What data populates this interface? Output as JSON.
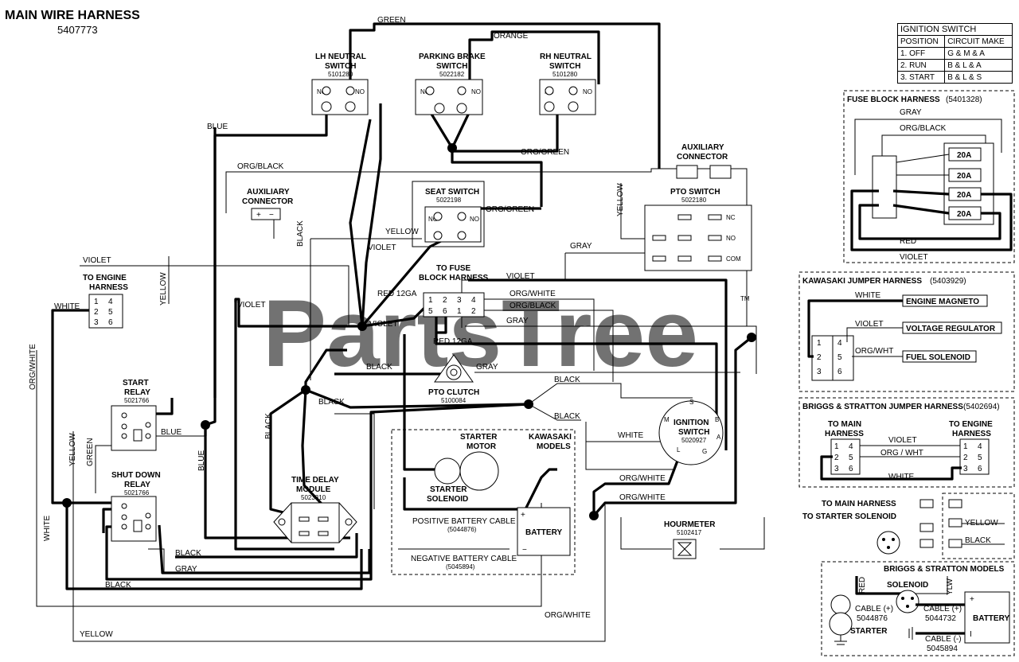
{
  "title": "MAIN WIRE HARNESS",
  "part_number": "5407773",
  "watermark": "PartsTree",
  "watermark_tm": "TM",
  "ignition_table": {
    "title": "IGNITION SWITCH",
    "headers": [
      "POSITION",
      "CIRCUIT MAKE"
    ],
    "rows": [
      [
        "1. OFF",
        "G & M & A"
      ],
      [
        "2. RUN",
        "B & L & A"
      ],
      [
        "3. START",
        "B & L & S"
      ]
    ]
  },
  "components": {
    "lh_neutral": {
      "name1": "LH NEUTRAL",
      "name2": "SWITCH",
      "part": "5101280"
    },
    "parking_brake": {
      "name1": "PARKING BRAKE",
      "name2": "SWITCH",
      "part": "5022182"
    },
    "rh_neutral": {
      "name1": "RH NEUTRAL",
      "name2": "SWITCH",
      "part": "5101280"
    },
    "aux_top": {
      "name1": "AUXILIARY",
      "name2": "CONNECTOR"
    },
    "aux_left": {
      "name1": "AUXILIARY",
      "name2": "CONNECTOR"
    },
    "seat_switch": {
      "name": "SEAT SWITCH",
      "part": "5022198"
    },
    "pto_switch": {
      "name": "PTO SWITCH",
      "part": "5022180",
      "nc": "NC",
      "no": "NO",
      "com": "COM"
    },
    "to_engine": {
      "name1": "TO ENGINE",
      "name2": "HARNESS"
    },
    "to_fuse": {
      "name1": "TO FUSE",
      "name2": "BLOCK HARNESS"
    },
    "start_relay": {
      "name1": "START",
      "name2": "RELAY",
      "part": "5021766"
    },
    "shutdown_relay": {
      "name1": "SHUT DOWN",
      "name2": "RELAY",
      "part": "5021766"
    },
    "pto_clutch": {
      "name": "PTO CLUTCH",
      "part": "5100084"
    },
    "time_delay": {
      "name1": "TIME DELAY",
      "name2": "MODULE",
      "part": "5023310"
    },
    "starter_motor": {
      "name1": "STARTER",
      "name2": "MOTOR"
    },
    "starter_solenoid": {
      "name1": "STARTER",
      "name2": "SOLENOID"
    },
    "kawasaki_models": {
      "name1": "KAWASAKI",
      "name2": "MODELS"
    },
    "ignition_switch": {
      "name1": "IGNITION",
      "name2": "SWITCH",
      "part": "5020927"
    },
    "battery": {
      "name": "BATTERY",
      "plus": "+",
      "minus": "−"
    },
    "pos_cable": {
      "name": "POSITIVE BATTERY CABLE",
      "part": "(5044876)"
    },
    "neg_cable": {
      "name": "NEGATIVE BATTERY CABLE",
      "part": "(5045894)"
    },
    "hourmeter": {
      "name": "HOURMETER",
      "part": "5102417"
    }
  },
  "wire_labels": {
    "green": "GREEN",
    "orange": "ORANGE",
    "blue": "BLUE",
    "org_black": "ORG/BLACK",
    "org_green1": "ORG/GREEN",
    "org_green2": "ORG/GREEN",
    "yellow_v": "YELLOW",
    "black_v": "BLACK",
    "yellow_seat": "YELLOW",
    "violet_seat": "VIOLET",
    "gray_pto": "GRAY",
    "violet_top": "VIOLET",
    "violet_fuse": "VIOLET",
    "yellow_engine": "YELLOW",
    "white_engine": "WHITE",
    "org_white_left": "ORG/WHITE",
    "violet_mid": "VIOLET",
    "violet_node": "VIOLET",
    "red12ga_1": "RED 12GA",
    "org_white_fuse": "ORG/WHITE",
    "org_black_fuse": "ORG/BLACK",
    "gray_fuse": "GRAY",
    "red12ga_2": "RED 12GA",
    "black_ground": "BLACK",
    "gray_clutch": "GRAY",
    "black_mid": "BLACK",
    "black_right1": "BLACK",
    "black_right2": "BLACK",
    "black_tdm": "BLACK",
    "blue_relay": "BLUE",
    "blue_v": "BLUE",
    "yellow_left": "YELLOW",
    "green_left": "GREEN",
    "white_left": "WHITE",
    "white_ign": "WHITE",
    "org_white_r1": "ORG/WHITE",
    "org_white_r2": "ORG/WHITE",
    "black_bot1": "BLACK",
    "gray_bot": "GRAY",
    "black_bot2": "BLACK",
    "org_white_bot": "ORG/WHITE",
    "yellow_bot": "YELLOW"
  },
  "terminals": {
    "nc": "NC",
    "no": "NO",
    "com": "COM",
    "s": "S",
    "m": "M",
    "b": "B",
    "a": "A",
    "l": "L",
    "g": "G"
  },
  "fuse_block": {
    "title": "FUSE BLOCK HARNESS",
    "part": "(5401328)",
    "gray": "GRAY",
    "org_black": "ORG/BLACK",
    "red": "RED",
    "violet": "VIOLET",
    "fuses": [
      "20A",
      "20A",
      "20A",
      "20A"
    ]
  },
  "kawasaki_jumper": {
    "title": "KAWASAKI JUMPER HARNESS",
    "part": "(5403929)",
    "white": "WHITE",
    "violet": "VIOLET",
    "org_wht": "ORG/WHT",
    "engine_magneto": "ENGINE MAGNETO",
    "voltage_regulator": "VOLTAGE REGULATOR",
    "fuel_solenoid": "FUEL SOLENOID"
  },
  "briggs_jumper": {
    "title": "BRIGGS & STRATTON JUMPER HARNESS",
    "part": "(5402694)",
    "to_main1": "TO MAIN",
    "to_main2": "HARNESS",
    "to_engine1": "TO ENGINE",
    "to_engine2": "HARNESS",
    "violet": "VIOLET",
    "org_wht": "ORG / WHT",
    "white": "WHITE"
  },
  "to_harness": {
    "to_main": "TO MAIN HARNESS",
    "to_starter": "TO STARTER SOLENOID",
    "yellow": "YELLOW",
    "black": "BLACK"
  },
  "briggs_models": {
    "title": "BRIGGS & STRATTON MODELS",
    "red": "RED",
    "ylw": "YLW",
    "solenoid": "SOLENOID",
    "cable_pos1": "CABLE (+)",
    "cable_pos1_part": "5044876",
    "cable_pos2": "CABLE (+)",
    "cable_pos2_part": "5044732",
    "cable_neg": "CABLE (-)",
    "cable_neg_part": "5045894",
    "starter": "STARTER",
    "battery": "BATTERY",
    "plus": "+",
    "minus": "I"
  },
  "connector_pins": [
    "1",
    "2",
    "3",
    "4",
    "5",
    "6"
  ],
  "plusminus": {
    "plus": "+",
    "minus": "−"
  }
}
